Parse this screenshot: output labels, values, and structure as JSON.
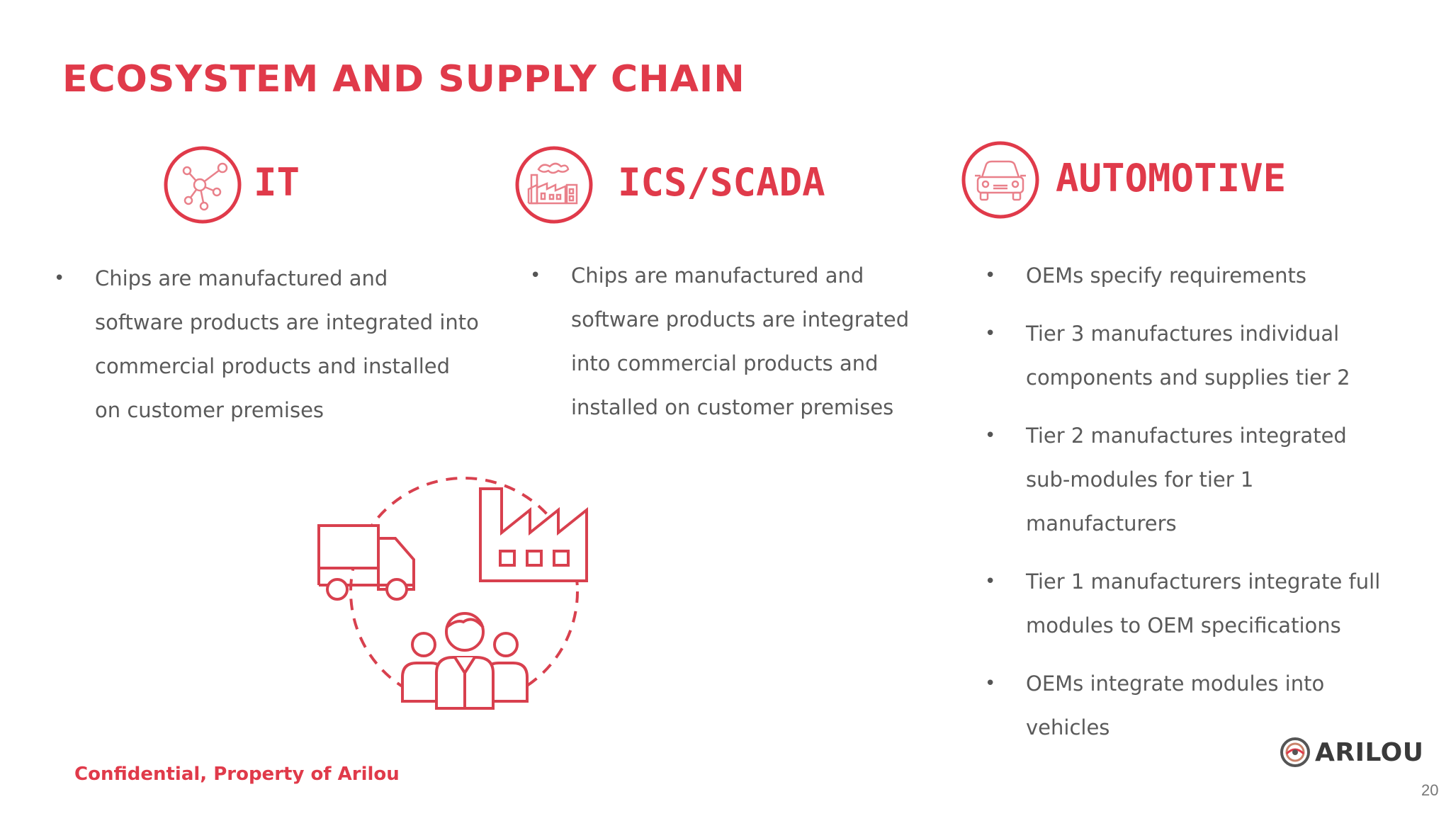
{
  "title": "ECOSYSTEM AND SUPPLY CHAIN",
  "accent_color": "#e03a4a",
  "sections": [
    {
      "heading": "IT",
      "icon": "network-nodes-icon",
      "bullets": [
        "Chips are manufactured and software products are integrated into commercial products and installed on customer premises"
      ]
    },
    {
      "heading": "ICS/SCADA",
      "icon": "factory-smoke-icon",
      "bullets": [
        "Chips are manufactured and software products are integrated into commercial products and installed on customer premises"
      ]
    },
    {
      "heading": "AUTOMOTIVE",
      "icon": "car-front-icon",
      "bullets": [
        "OEMs specify requirements",
        "Tier 3 manufactures individual components and supplies tier 2",
        "Tier 2 manufactures integrated sub-modules for tier 1 manufacturers",
        "Tier 1 manufacturers integrate full modules to OEM specifications",
        "OEMs integrate modules into vehicles"
      ]
    }
  ],
  "illustration": "supply-chain-cycle-icon",
  "footer": {
    "confidential": "Confidential, Property of Arilou",
    "logo_text": "ARILOU",
    "page_number": "20"
  }
}
